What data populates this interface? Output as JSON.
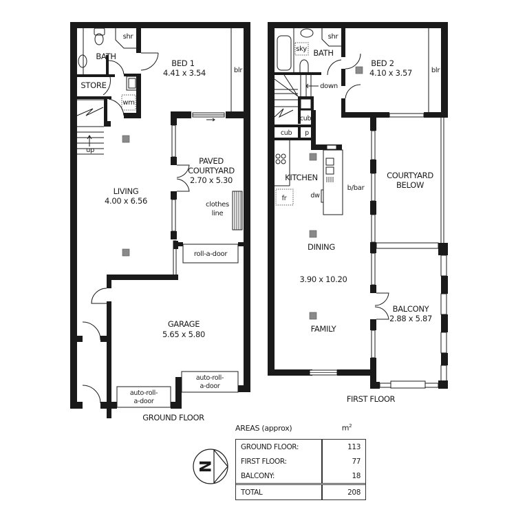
{
  "ground_floor": {
    "title": "GROUND FLOOR",
    "rooms": {
      "bath": "BATH",
      "shower": "shr",
      "store": "STORE",
      "washing_machine": "wm",
      "bed1_name": "BED 1",
      "bed1_size": "4.41 x 3.54",
      "built_in_robe": "blr",
      "stairs": "up",
      "living_name": "LIVING",
      "living_size": "4.00 x 6.56",
      "courtyard_line1": "PAVED",
      "courtyard_line2": "COURTYARD",
      "courtyard_size": "2.70 x 5.30",
      "clothes_line1": "clothes",
      "clothes_line2": "line",
      "roll_a_door": "roll-a-door",
      "garage_name": "GARAGE",
      "garage_size": "5.65 x 5.80",
      "auto_door1_line1": "auto-roll-",
      "auto_door1_line2": "a-door",
      "auto_door2_line1": "auto-roll-",
      "auto_door2_line2": "a-door"
    }
  },
  "first_floor": {
    "title": "FIRST FLOOR",
    "rooms": {
      "skylight": "sky",
      "bath": "BATH",
      "shower": "shr",
      "bed2_name": "BED 2",
      "bed2_size": "4.10 x 3.57",
      "built_in_robe": "blr",
      "stairs": "down",
      "cupboard1": "cub",
      "cupboard2": "cub",
      "pantry": "p",
      "kitchen": "KITCHEN",
      "dishwasher": "dw",
      "fridge": "fr",
      "breakfast_bar": "b/bar",
      "courtyard_below_line1": "COURTYARD",
      "courtyard_below_line2": "BELOW",
      "dining": "DINING",
      "dining_family_size": "3.90 x 10.20",
      "family": "FAMILY",
      "balcony_name": "BALCONY",
      "balcony_size": "2.88 x 5.87"
    }
  },
  "compass": {
    "letter": "N",
    "icon": "north-arrow-icon"
  },
  "areas": {
    "title": "AREAS (approx)",
    "unit": "m",
    "unit_sup": "2",
    "rows": [
      {
        "label": "GROUND FLOOR:",
        "value": "113"
      },
      {
        "label": "FIRST FLOOR:",
        "value": "77"
      },
      {
        "label": "BALCONY:",
        "value": "18"
      }
    ],
    "total": {
      "label": "TOTAL",
      "value": "208"
    }
  },
  "colors": {
    "wall": "#1a1a1a",
    "background": "#ffffff",
    "vent": "#8a8a8a"
  }
}
